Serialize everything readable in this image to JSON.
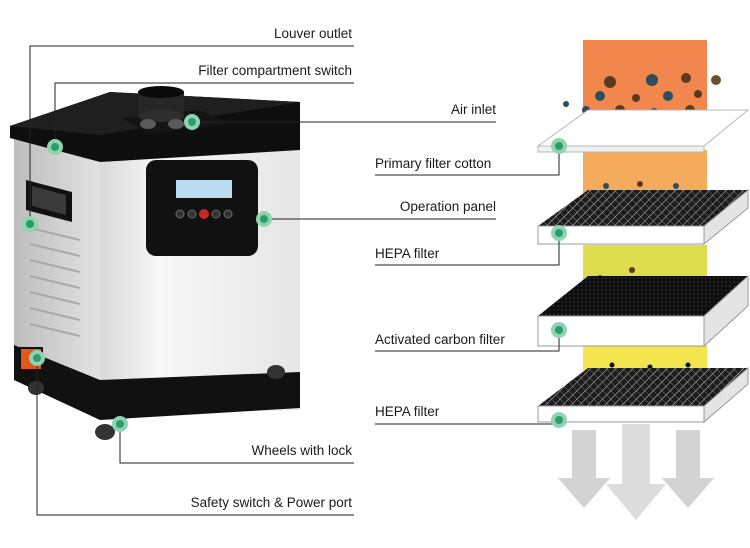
{
  "labels": {
    "louver_outlet": "Louver outlet",
    "filter_compartment_switch": "Filter compartment switch",
    "air_inlet": "Air inlet",
    "operation_panel": "Operation panel",
    "wheels_with_lock": "Wheels with lock",
    "safety_switch_power_port": "Safety switch & Power port",
    "primary_filter_cotton": "Primary filter cotton",
    "hepa_filter_1": "HEPA filter",
    "activated_carbon_filter": "Activated carbon filter",
    "hepa_filter_2": "HEPA filter"
  },
  "colors": {
    "marker_green": "#2e9c6a",
    "marker_ring": "#8fd4b0",
    "body_white": "#f2f2f2",
    "trim_black": "#111111",
    "stage1_orange": "#f07a3a",
    "stage2_orange": "#f4a24a",
    "stage3_yellow": "#d9d93a",
    "stage4_yellow": "#f2e23a",
    "outflow_gray": "#dcdcdc"
  }
}
